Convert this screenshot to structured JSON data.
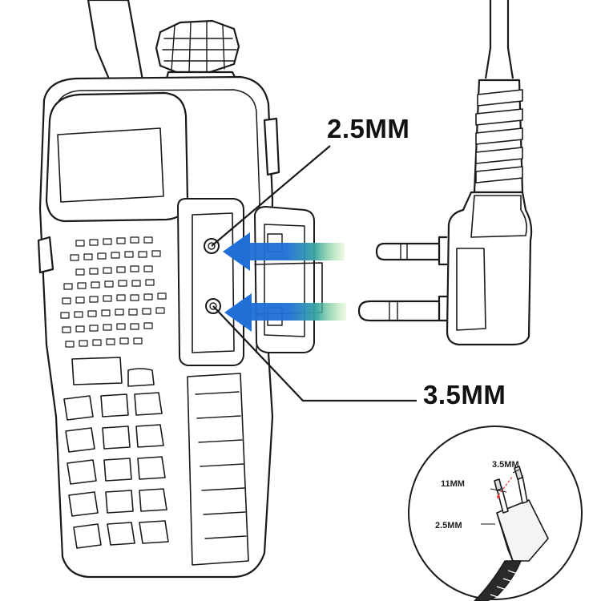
{
  "labels": {
    "jack_2_5": "2.5MM",
    "jack_3_5": "3.5MM",
    "inset_3_5": "3.5MM",
    "inset_11": "11MM",
    "inset_2_5": "2.5MM"
  },
  "colors": {
    "arrow_blue": "#1f6fd6",
    "arrow_green": "#7fd65a",
    "line": "#1a1a1a",
    "inset_dash": "#e23b3b"
  },
  "icons": [
    "radio-body",
    "jack-plug",
    "plug-inset"
  ]
}
